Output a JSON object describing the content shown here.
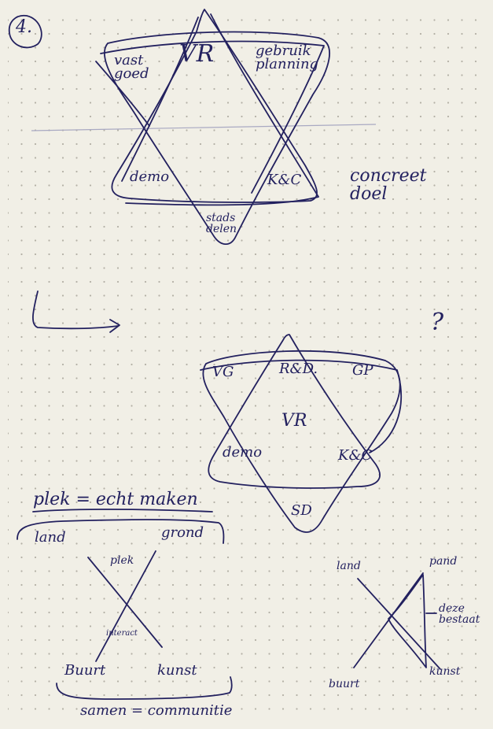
{
  "page_number": "4.",
  "diagram1": {
    "top": "VR",
    "top_left": "vast goed",
    "top_right": "gebruik planning",
    "bottom_left": "demo",
    "bottom_right": "K&C",
    "bottom": "stads delen",
    "side_note": "concreet doel"
  },
  "diagram2": {
    "question": "?",
    "top": "R&D.",
    "top_left": "VG",
    "top_right": "GP",
    "center": "VR",
    "bottom_left": "demo",
    "bottom_right": "K&C",
    "bottom": "SD"
  },
  "notes": {
    "plek_heading": "plek = echt maken",
    "land": "land",
    "grond": "grond",
    "plek": "plek",
    "interact": "interact",
    "buurt": "Buurt",
    "kunst": "kunst",
    "samen": "samen = communitie"
  },
  "diagram3": {
    "land": "land",
    "pand": "pand",
    "deze_bestaat": "deze bestaat",
    "buurt": "buurt",
    "kunst": "kunst"
  },
  "colors": {
    "paper": "#f1efe6",
    "ink": "#23215f",
    "dots": "#b3b0a6"
  }
}
